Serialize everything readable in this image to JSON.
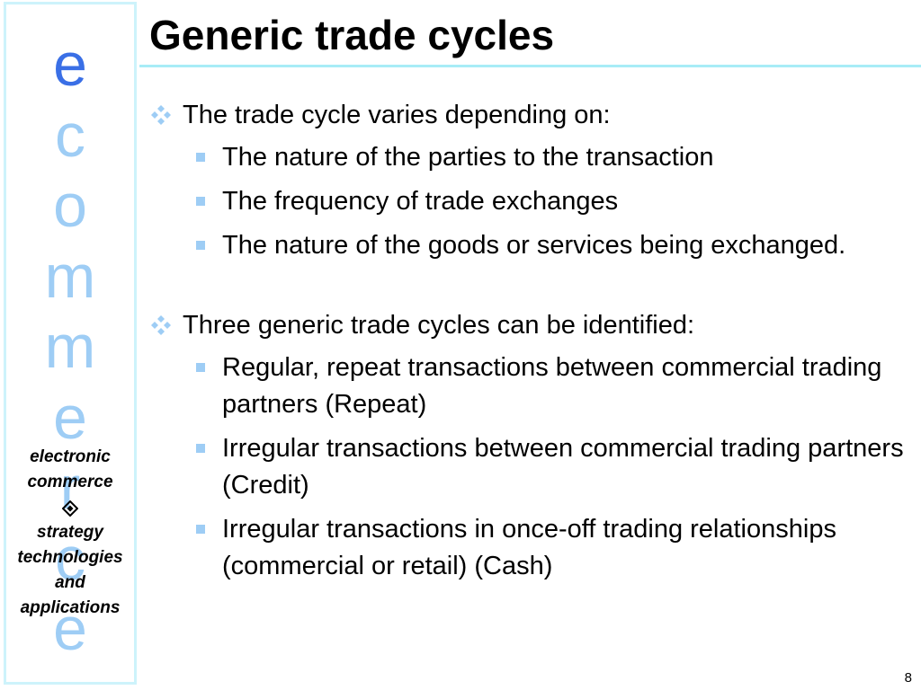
{
  "sidebar": {
    "letters": [
      "e",
      "c",
      "o",
      "m",
      "m",
      "e",
      "r",
      "c",
      "e"
    ],
    "caption_line1": "electronic",
    "caption_line2": "commerce",
    "caption_line3": "strategy",
    "caption_line4": "technologies",
    "caption_line5": "and",
    "caption_line6": "applications",
    "diamond_icon": "diamond-bullet-icon",
    "colors": {
      "first_letter": "#3a6fe6",
      "letters": "#9ecdf5",
      "border": "#cdf3fb"
    }
  },
  "slide": {
    "title": "Generic trade cycles",
    "page_number": "8",
    "accent_color": "#9ecdf5",
    "rule_color": "#a8ecf7"
  },
  "bullets": [
    {
      "icon": "four-diamond-bullet-icon",
      "text": "The trade cycle varies depending on:",
      "items": [
        "The nature of the parties to the transaction",
        "The frequency of trade exchanges",
        "The nature of the goods or services being exchanged."
      ]
    },
    {
      "icon": "four-diamond-bullet-icon",
      "text": "Three generic trade cycles can be identified:",
      "items": [
        "Regular, repeat transactions between commercial trading partners (Repeat)",
        "Irregular transactions between commercial trading partners (Credit)",
        "Irregular transactions in once-off trading relationships (commercial or retail) (Cash)"
      ]
    }
  ]
}
